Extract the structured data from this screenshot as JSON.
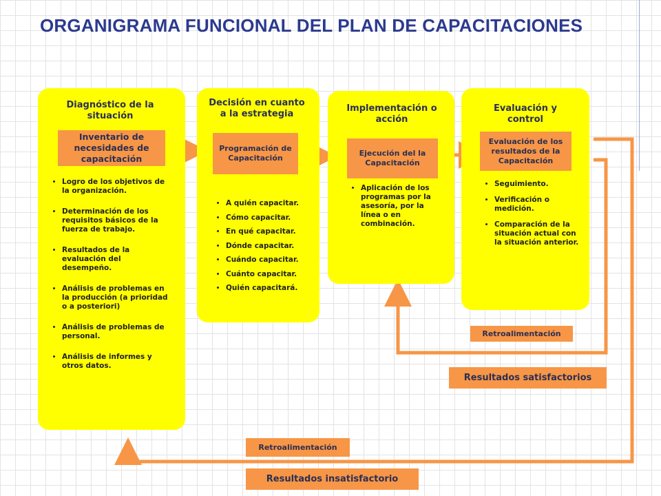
{
  "title": "ORGANIGRAMA FUNCIONAL DEL PLAN DE CAPACITACIONES",
  "colors": {
    "title": "#2b3a8f",
    "panel": "#ffff00",
    "box": "#f79646",
    "text": "#2a2f55"
  },
  "panels": [
    {
      "heading": "Diagnóstico de la situación",
      "box": "Inventario de necesidades de capacitación",
      "items": [
        "Logro de los objetivos de la organización.",
        "Determinación de los requisitos básicos de la fuerza de trabajo.",
        "Resultados de la evaluación del desempeño.",
        "Análisis de problemas en la producción (a prioridad o a posteriori)",
        "Análisis de problemas de personal.",
        "Análisis de informes y otros datos."
      ]
    },
    {
      "heading": "Decisión en cuanto a la estrategia",
      "box": "Programación de Capacitación",
      "items": [
        "A quién capacitar.",
        "Cómo capacitar.",
        "En qué capacitar.",
        "Dónde capacitar.",
        "Cuándo capacitar.",
        "Cuánto capacitar.",
        "Quién capacitará."
      ]
    },
    {
      "heading": "Implementación o acción",
      "box": "Ejecución del la Capacitación",
      "items": [
        "Aplicación de los programas por la asesoría, por la línea o en combinación."
      ]
    },
    {
      "heading": "Evaluación y control",
      "box": "Evaluación de los resultados de la Capacitación",
      "items": [
        "Seguimiento.",
        "Verificación o medición.",
        "Comparación de la situación actual con la situación anterior."
      ]
    }
  ],
  "feedback": {
    "retro_top": "Retroalimentación",
    "satisfactory": "Resultados satisfactorios",
    "retro_bottom": "Retroalimentación",
    "unsatisfactory": "Resultados insatisfactorio"
  }
}
